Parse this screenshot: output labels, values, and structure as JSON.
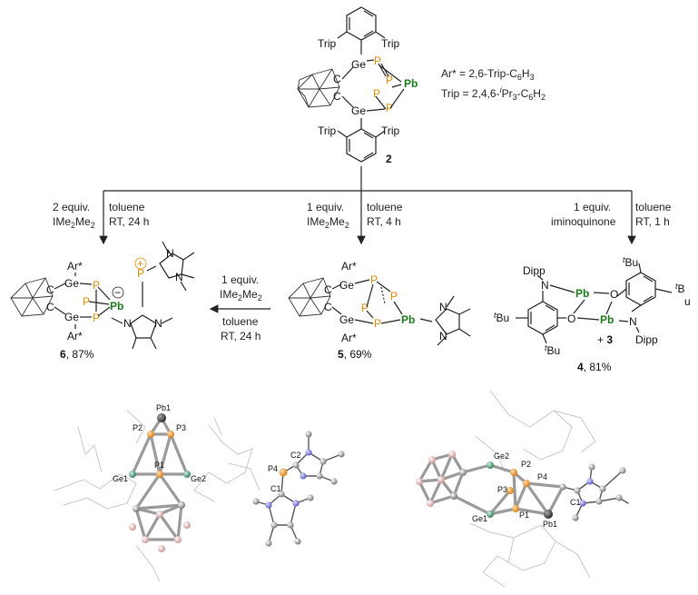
{
  "legend": {
    "ar_def_a": "Ar* = 2,6-Trip-C",
    "ar_def_sub1": "6",
    "ar_def_b": "H",
    "ar_def_sub2": "3",
    "trip_def_a": "Trip = 2,4,6-",
    "trip_def_sup": "i",
    "trip_def_b": "Pr",
    "trip_def_sub1": "3",
    "trip_def_c": "-C",
    "trip_def_sub2": "6",
    "trip_def_d": "H",
    "trip_def_sub3": "2"
  },
  "compounds": {
    "c2": {
      "number": "2"
    },
    "c4": {
      "number": "4",
      "yield": ", 81%",
      "plus": "+ ",
      "plus_number": "3"
    },
    "c5": {
      "number": "5",
      "yield": ", 69%"
    },
    "c6": {
      "number": "6",
      "yield": ", 87%"
    }
  },
  "atoms": {
    "trip": "Trip",
    "ge": "Ge",
    "p": "P",
    "pb": "Pb",
    "c": "C",
    "ar": "Ar*",
    "dipp": "Dipp",
    "n": "N",
    "o": "O",
    "tbu_t": "t",
    "tbu_b": "Bu",
    "bu_b": "B",
    "bu_u": "u"
  },
  "conditions": {
    "left_equiv": "2 equiv.",
    "left_reagent_a": "IMe",
    "left_reagent_s1": "2",
    "left_reagent_b": "Me",
    "left_reagent_s2": "2",
    "left_solvent": "toluene",
    "left_time": "RT, 24 h",
    "mid_equiv": "1 equiv.",
    "mid_reagent_a": "IMe",
    "mid_reagent_s1": "2",
    "mid_reagent_b": "Me",
    "mid_reagent_s2": "2",
    "mid_solvent": "toluene",
    "mid_time": "RT, 4 h",
    "right_equiv": "1 equiv.",
    "right_reagent": "iminoquinone",
    "right_solvent": "toluene",
    "right_time": "RT, 1 h",
    "conv_equiv": "1 equiv.",
    "conv_reagent_a": "IMe",
    "conv_reagent_s1": "2",
    "conv_reagent_b": "Me",
    "conv_reagent_s2": "2",
    "conv_solvent": "toluene",
    "conv_time": "RT, 24 h"
  },
  "charges": {
    "minus": "−",
    "plus": "+"
  },
  "xray_left": {
    "labels": [
      "Pb1",
      "P2",
      "P3",
      "Ge1",
      "P1",
      "Ge2",
      "P4",
      "C2",
      "C1"
    ]
  },
  "xray_right": {
    "labels": [
      "Ge2",
      "P2",
      "P4",
      "P3",
      "C1",
      "P1",
      "Ge1",
      "Pb1"
    ]
  },
  "colors": {
    "phosphorus": "#e08a00",
    "lead": "#1a7a1a",
    "ortep_p": "#e0892a",
    "ortep_n": "#6a6ad0",
    "ortep_b": "#d7a0a0",
    "ortep_pb": "#555555",
    "ortep_ge": "#4a9a7a"
  }
}
